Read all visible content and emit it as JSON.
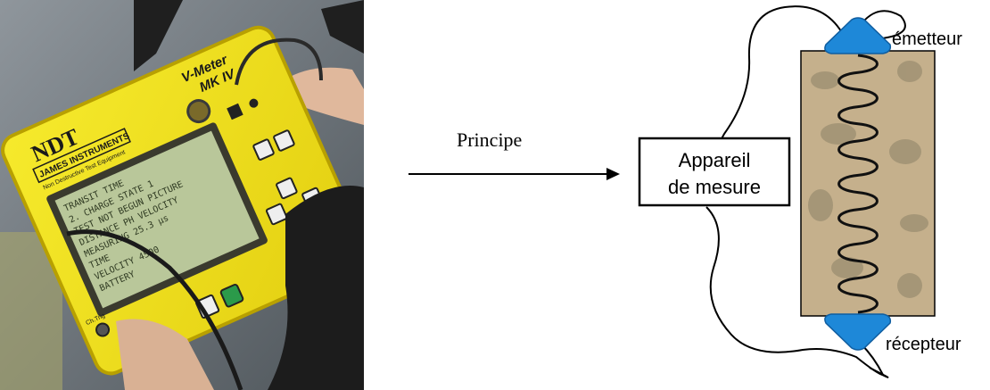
{
  "photo": {
    "brand": "NDT",
    "manufacturer": "JAMES INSTRUMENTS",
    "tagline": "Non Destructive Test Equipment",
    "model_line1": "V-Meter",
    "model_line2": "MK IV",
    "port_label": "Ch.Trig",
    "screen_lines": [
      "TRANSIT TIME",
      "2. CHARGE STATE  1",
      "TEST NOT BEGUN PICTURE",
      "DISTANCE  PH VELOCITY",
      "MEASURING  25.3  µs",
      "TIME  ",
      "VELOCITY  4500",
      "BATTERY"
    ]
  },
  "arrow_label": "Principe",
  "device_box": {
    "line1": "Appareil",
    "line2": "de mesure"
  },
  "transducers": {
    "top": "émetteur",
    "bottom": "récepteur"
  },
  "colors": {
    "device_body": "#f3e31a",
    "device_border": "#c9a800",
    "lcd": "#b9c79a",
    "transducer": "#1e88d8",
    "concrete": "#c5b08c"
  }
}
